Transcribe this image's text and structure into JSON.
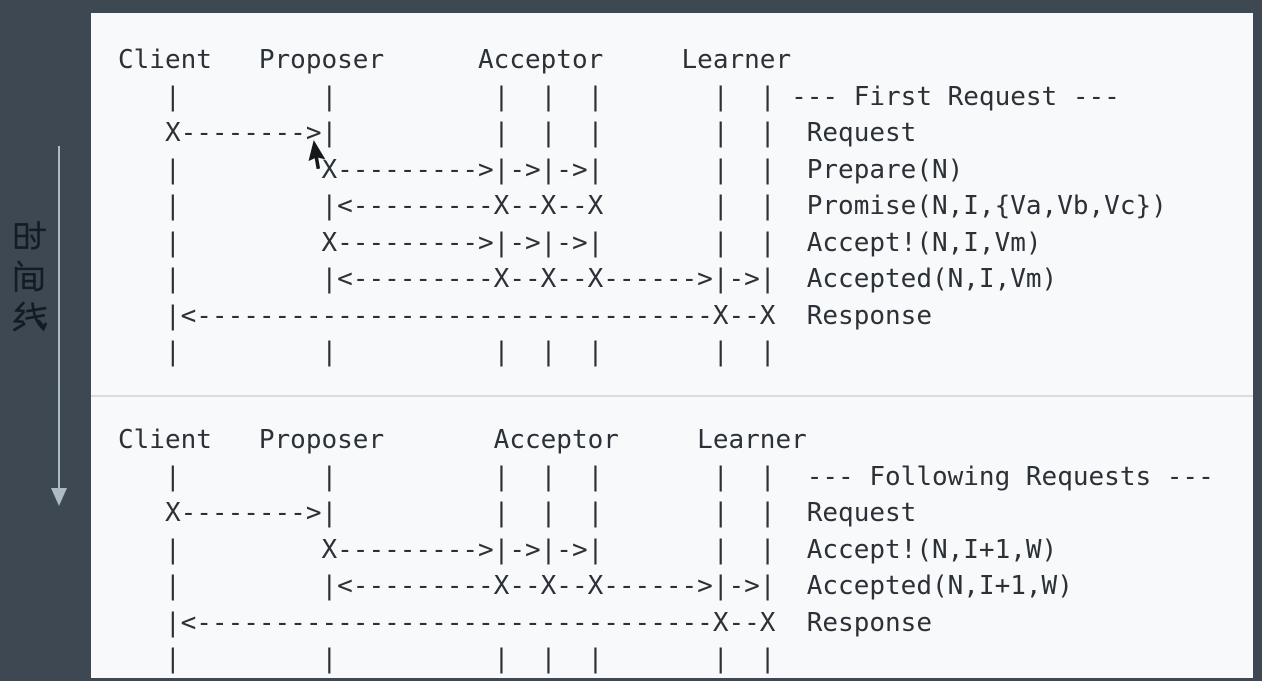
{
  "sidebar": {
    "timeline_label": "时间线",
    "timeline_chars": [
      "时",
      "间",
      "线"
    ]
  },
  "diagrams": [
    {
      "id": "first-request",
      "section_title": "--- First Request ---",
      "actors": [
        "Client",
        "Proposer",
        "Acceptor",
        "Learner"
      ],
      "message_labels": [
        "Request",
        "Prepare(N)",
        "Promise(N,I,{Va,Vb,Vc})",
        "Accept!(N,I,Vm)",
        "Accepted(N,I,Vm)",
        "Response"
      ],
      "ascii": [
        "Client   Proposer      Acceptor     Learner",
        "   |         |          |  |  |       |  | --- First Request ---",
        "   X-------->|          |  |  |       |  |  Request",
        "   |         X--------->|->|->|       |  |  Prepare(N)",
        "   |         |<---------X--X--X       |  |  Promise(N,I,{Va,Vb,Vc})",
        "   |         X--------->|->|->|       |  |  Accept!(N,I,Vm)",
        "   |         |<---------X--X--X------>|->|  Accepted(N,I,Vm)",
        "   |<---------------------------------X--X  Response",
        "   |         |          |  |  |       |  |"
      ]
    },
    {
      "id": "following-requests",
      "section_title": "--- Following Requests ---",
      "actors": [
        "Client",
        "Proposer",
        "Acceptor",
        "Learner"
      ],
      "message_labels": [
        "Request",
        "Accept!(N,I+1,W)",
        "Accepted(N,I+1,W)",
        "Response"
      ],
      "ascii": [
        "Client   Proposer       Acceptor     Learner",
        "   |         |          |  |  |       |  |  --- Following Requests ---",
        "   X-------->|          |  |  |       |  |  Request",
        "   |         X--------->|->|->|       |  |  Accept!(N,I+1,W)",
        "   |         |<---------X--X--X------>|->|  Accepted(N,I+1,W)",
        "   |<---------------------------------X--X  Response",
        "   |         |          |  |  |       |  |"
      ]
    }
  ],
  "colors": {
    "background": "#3d4852",
    "panel_bg": "#f7f9fb",
    "diagram_text": "#2b3136",
    "divider": "#d9dce0",
    "timeline_text": "#141b22",
    "timeline_arrow": "#b7c5cf",
    "cursor": "#15181b"
  }
}
